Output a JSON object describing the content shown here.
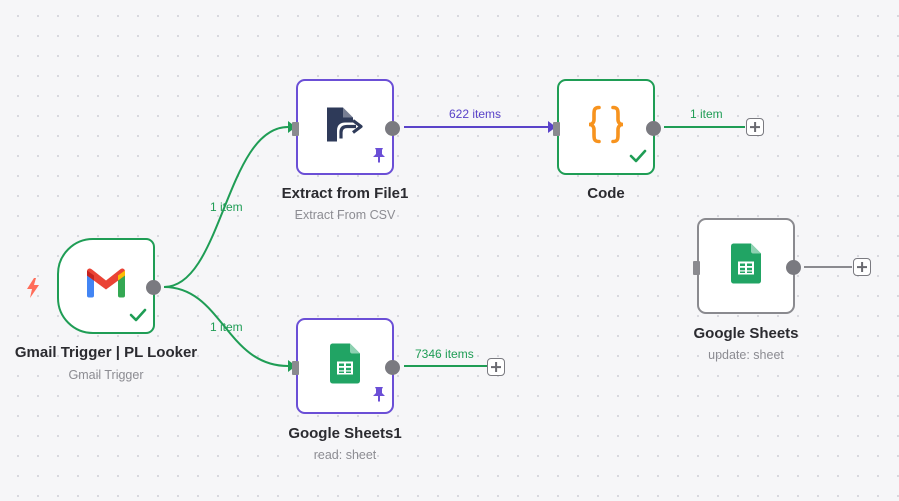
{
  "colors": {
    "success": "#1f9d55",
    "pinned": "#6b4fd6",
    "inactive": "#8a8a8f",
    "trigger": "#ff6d5a"
  },
  "nodes": {
    "gmail": {
      "title": "Gmail Trigger | PL Looker",
      "subtitle": "Gmail Trigger",
      "icon": "gmail-icon",
      "status": "success"
    },
    "extract": {
      "title": "Extract from File1",
      "subtitle": "Extract From CSV",
      "icon": "extract-file-icon",
      "status": "pinned"
    },
    "code": {
      "title": "Code",
      "subtitle": "",
      "icon": "code-braces-icon",
      "status": "success"
    },
    "sheets1": {
      "title": "Google Sheets1",
      "subtitle": "read: sheet",
      "icon": "google-sheets-icon",
      "status": "pinned"
    },
    "sheets": {
      "title": "Google Sheets",
      "subtitle": "update: sheet",
      "icon": "google-sheets-icon",
      "status": "none"
    }
  },
  "edges": {
    "gmail_to_extract": "1 item",
    "gmail_to_sheets1": "1 item",
    "extract_to_code": "622 items",
    "code_out": "1 item",
    "sheets1_out": "7346 items"
  }
}
